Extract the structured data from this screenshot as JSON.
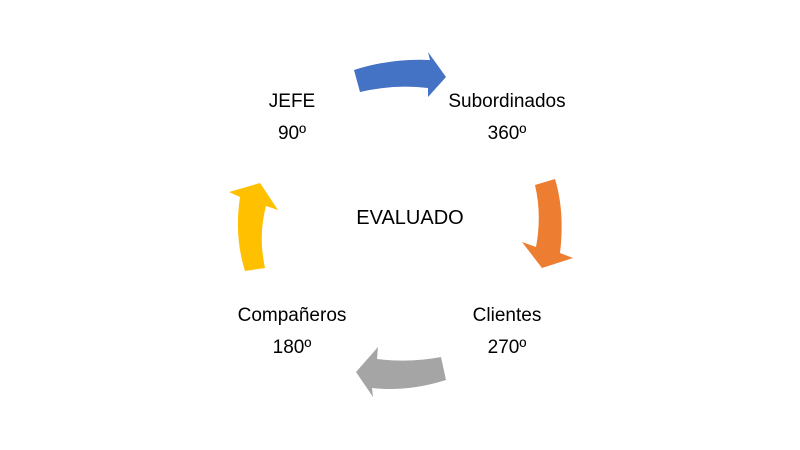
{
  "diagram": {
    "center": "EVALUADO",
    "nodes": [
      {
        "id": "jefe",
        "label": "JEFE",
        "value": "90º"
      },
      {
        "id": "subordinados",
        "label": "Subordinados",
        "value": "360º"
      },
      {
        "id": "clientes",
        "label": "Clientes",
        "value": "270º"
      },
      {
        "id": "companeros",
        "label": "Compañeros",
        "value": "180º"
      }
    ],
    "arrows": [
      {
        "from": "jefe",
        "to": "subordinados",
        "color": "#4472C4"
      },
      {
        "from": "subordinados",
        "to": "clientes",
        "color": "#ED7D31"
      },
      {
        "from": "clientes",
        "to": "companeros",
        "color": "#A5A5A5"
      },
      {
        "from": "companeros",
        "to": "jefe",
        "color": "#FFC000"
      }
    ]
  }
}
